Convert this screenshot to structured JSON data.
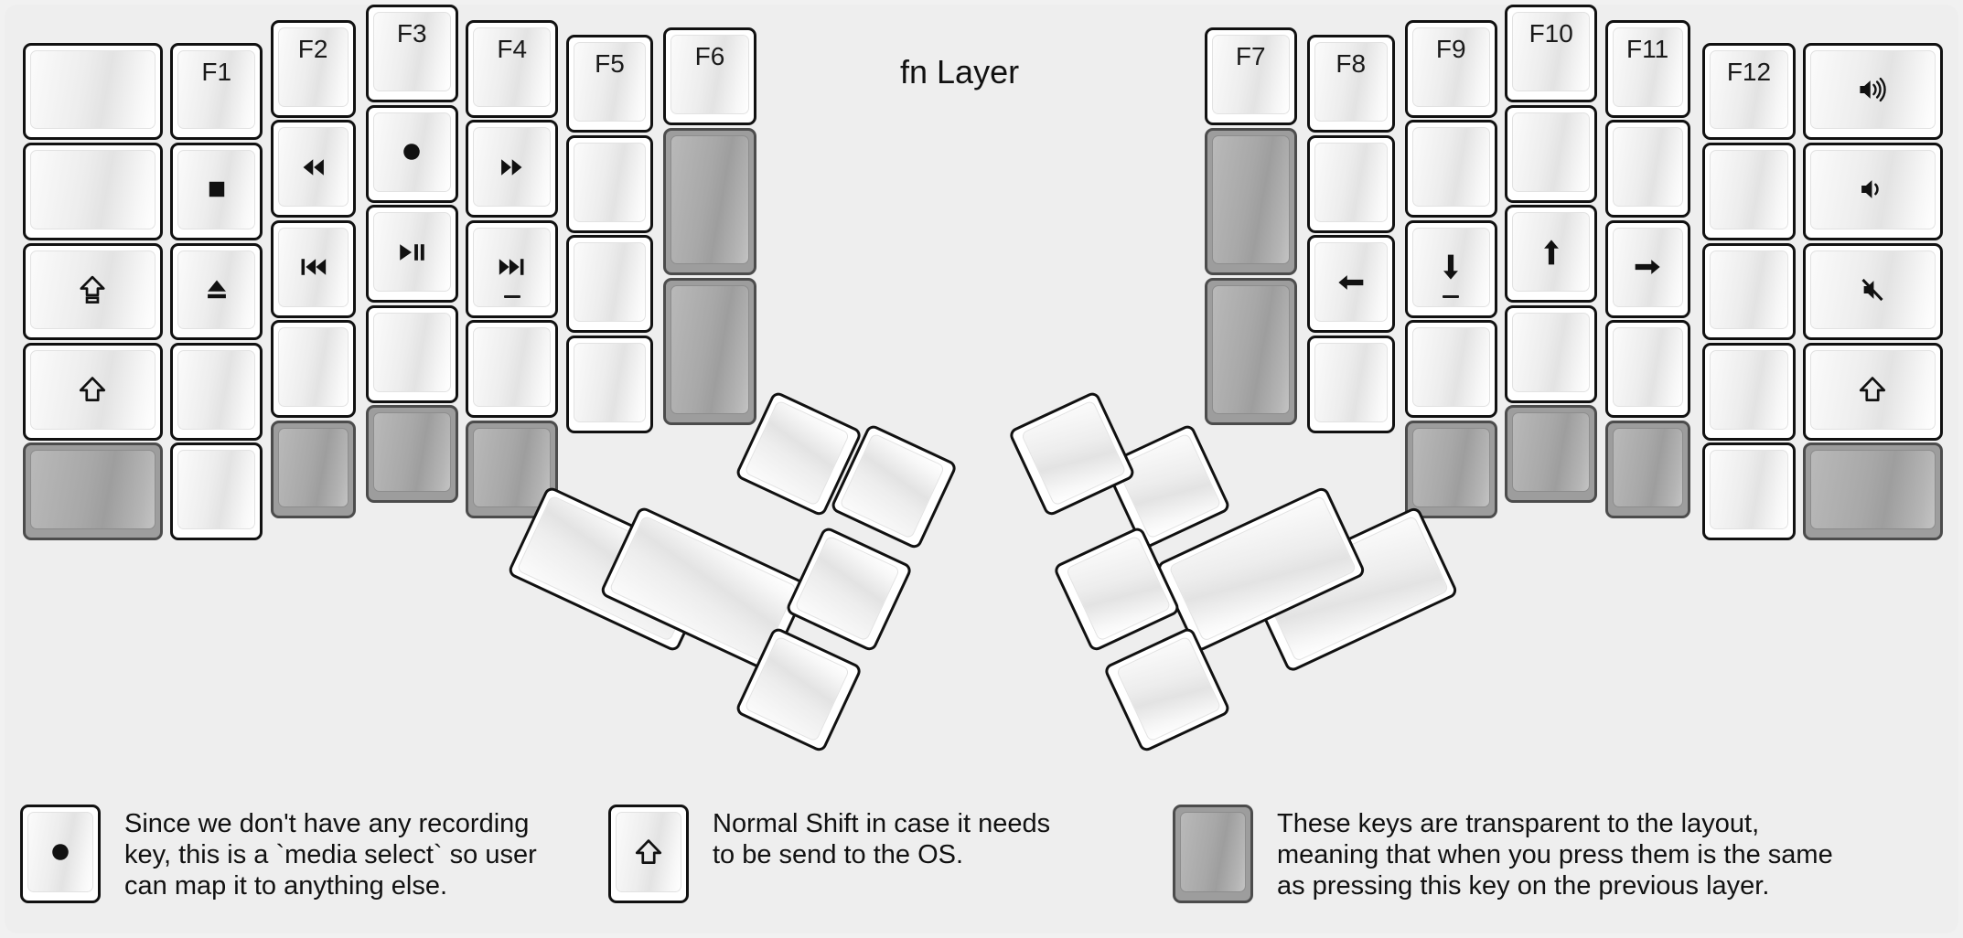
{
  "title": "fn Layer",
  "colors": {
    "background": "#f1f1f1",
    "panel": "#eeeeee",
    "key_fill": "#ffffff",
    "key_border": "#111111",
    "transparent_key_fill": "#9d9d9d",
    "transparent_key_border": "#4c4c4c",
    "legend_text": "#111111"
  },
  "left_half": {
    "columns": [
      {
        "name": "pinky-outer",
        "keys": [
          {
            "top": "",
            "mid": "",
            "transparent": false
          },
          {
            "top": "",
            "mid": "",
            "transparent": false
          },
          {
            "top": "",
            "mid": "caps-lock-icon",
            "transparent": false
          },
          {
            "top": "",
            "mid": "shift-icon",
            "transparent": false
          },
          {
            "top": "",
            "mid": "",
            "transparent": true
          }
        ]
      },
      {
        "name": "pinky",
        "keys": [
          {
            "top": "F1",
            "mid": "",
            "transparent": false
          },
          {
            "top": "",
            "mid": "stop-icon",
            "transparent": false
          },
          {
            "top": "",
            "mid": "eject-icon",
            "transparent": false
          },
          {
            "top": "",
            "mid": "",
            "transparent": false
          },
          {
            "top": "",
            "mid": "",
            "transparent": false
          }
        ]
      },
      {
        "name": "ring",
        "keys": [
          {
            "top": "F2",
            "mid": "",
            "transparent": false
          },
          {
            "top": "",
            "mid": "rewind-icon",
            "transparent": false
          },
          {
            "top": "",
            "mid": "previous-track-icon",
            "transparent": false
          },
          {
            "top": "",
            "mid": "",
            "transparent": false
          },
          {
            "top": "",
            "mid": "",
            "transparent": true
          }
        ]
      },
      {
        "name": "middle",
        "keys": [
          {
            "top": "F3",
            "mid": "",
            "transparent": false
          },
          {
            "top": "",
            "mid": "record-icon",
            "transparent": false
          },
          {
            "top": "",
            "mid": "play-pause-icon",
            "transparent": false
          },
          {
            "top": "",
            "mid": "",
            "transparent": false
          },
          {
            "top": "",
            "mid": "",
            "transparent": true
          }
        ]
      },
      {
        "name": "index",
        "keys": [
          {
            "top": "F4",
            "mid": "",
            "transparent": false
          },
          {
            "top": "",
            "mid": "fast-forward-icon",
            "transparent": false
          },
          {
            "top": "",
            "mid": "next-track-icon",
            "transparent": false,
            "homing": true
          },
          {
            "top": "",
            "mid": "",
            "transparent": false
          },
          {
            "top": "",
            "mid": "",
            "transparent": true
          }
        ]
      },
      {
        "name": "inner-1",
        "keys": [
          {
            "top": "F5",
            "mid": "",
            "transparent": false
          },
          {
            "top": "",
            "mid": "",
            "transparent": false
          },
          {
            "top": "",
            "mid": "",
            "transparent": false
          },
          {
            "top": "",
            "mid": "",
            "transparent": false
          }
        ]
      },
      {
        "name": "inner-2",
        "keys": [
          {
            "top": "F6",
            "mid": "",
            "transparent": false
          },
          {
            "top": "",
            "mid": "",
            "transparent": true
          },
          {
            "top": "",
            "mid": "",
            "transparent": true
          }
        ]
      }
    ],
    "thumb_cluster": [
      {
        "name": "thumb-big-outer",
        "mid": "",
        "transparent": false
      },
      {
        "name": "thumb-big-inner",
        "mid": "",
        "transparent": false
      },
      {
        "name": "thumb-small-top-left",
        "mid": "",
        "transparent": false
      },
      {
        "name": "thumb-small-top-right",
        "mid": "",
        "transparent": false
      },
      {
        "name": "thumb-small-mid-right",
        "mid": "",
        "transparent": false
      },
      {
        "name": "thumb-small-bottom",
        "mid": "",
        "transparent": false
      }
    ]
  },
  "right_half": {
    "columns": [
      {
        "name": "inner-2",
        "keys": [
          {
            "top": "F7",
            "mid": "",
            "transparent": false
          },
          {
            "top": "",
            "mid": "",
            "transparent": true
          },
          {
            "top": "",
            "mid": "",
            "transparent": true
          }
        ]
      },
      {
        "name": "inner-1",
        "keys": [
          {
            "top": "F8",
            "mid": "",
            "transparent": false
          },
          {
            "top": "",
            "mid": "",
            "transparent": false
          },
          {
            "top": "",
            "mid": "arrow-left-icon",
            "transparent": false
          },
          {
            "top": "",
            "mid": "",
            "transparent": false
          }
        ]
      },
      {
        "name": "index",
        "keys": [
          {
            "top": "F9",
            "mid": "",
            "transparent": false
          },
          {
            "top": "",
            "mid": "",
            "transparent": false
          },
          {
            "top": "",
            "mid": "arrow-down-icon",
            "transparent": false,
            "homing": true
          },
          {
            "top": "",
            "mid": "",
            "transparent": false
          },
          {
            "top": "",
            "mid": "",
            "transparent": true
          }
        ]
      },
      {
        "name": "middle",
        "keys": [
          {
            "top": "F10",
            "mid": "",
            "transparent": false
          },
          {
            "top": "",
            "mid": "",
            "transparent": false
          },
          {
            "top": "",
            "mid": "arrow-up-icon",
            "transparent": false
          },
          {
            "top": "",
            "mid": "",
            "transparent": false
          },
          {
            "top": "",
            "mid": "",
            "transparent": true
          }
        ]
      },
      {
        "name": "ring",
        "keys": [
          {
            "top": "F11",
            "mid": "",
            "transparent": false
          },
          {
            "top": "",
            "mid": "",
            "transparent": false
          },
          {
            "top": "",
            "mid": "arrow-right-icon",
            "transparent": false
          },
          {
            "top": "",
            "mid": "",
            "transparent": false
          },
          {
            "top": "",
            "mid": "",
            "transparent": true
          }
        ]
      },
      {
        "name": "pinky",
        "keys": [
          {
            "top": "F12",
            "mid": "",
            "transparent": false
          },
          {
            "top": "",
            "mid": "",
            "transparent": false
          },
          {
            "top": "",
            "mid": "",
            "transparent": false
          },
          {
            "top": "",
            "mid": "",
            "transparent": false
          },
          {
            "top": "",
            "mid": "",
            "transparent": false
          }
        ]
      },
      {
        "name": "pinky-outer",
        "keys": [
          {
            "top": "",
            "mid": "volume-up-icon",
            "transparent": false
          },
          {
            "top": "",
            "mid": "volume-down-icon",
            "transparent": false
          },
          {
            "top": "",
            "mid": "mute-icon",
            "transparent": false
          },
          {
            "top": "",
            "mid": "shift-icon",
            "transparent": false
          },
          {
            "top": "",
            "mid": "",
            "transparent": true
          }
        ]
      }
    ],
    "thumb_cluster": [
      {
        "name": "thumb-big-outer",
        "mid": "",
        "transparent": false
      },
      {
        "name": "thumb-big-inner",
        "mid": "",
        "transparent": false
      },
      {
        "name": "thumb-small-top-left",
        "mid": "",
        "transparent": false
      },
      {
        "name": "thumb-small-top-right",
        "mid": "",
        "transparent": false
      },
      {
        "name": "thumb-small-mid-left",
        "mid": "",
        "transparent": false
      },
      {
        "name": "thumb-small-bottom",
        "mid": "",
        "transparent": false
      }
    ]
  },
  "notes": [
    {
      "icon": "record-icon",
      "transparent": false,
      "text": "Since we don't have any recording\nkey, this is a `media select` so user\ncan map it to anything else."
    },
    {
      "icon": "shift-icon",
      "transparent": false,
      "text": "Normal Shift in case it needs\nto be send to the OS."
    },
    {
      "icon": "",
      "transparent": true,
      "text": "These keys are transparent to the layout,\nmeaning that when you press them is the same\nas pressing this key on the previous layer."
    }
  ]
}
